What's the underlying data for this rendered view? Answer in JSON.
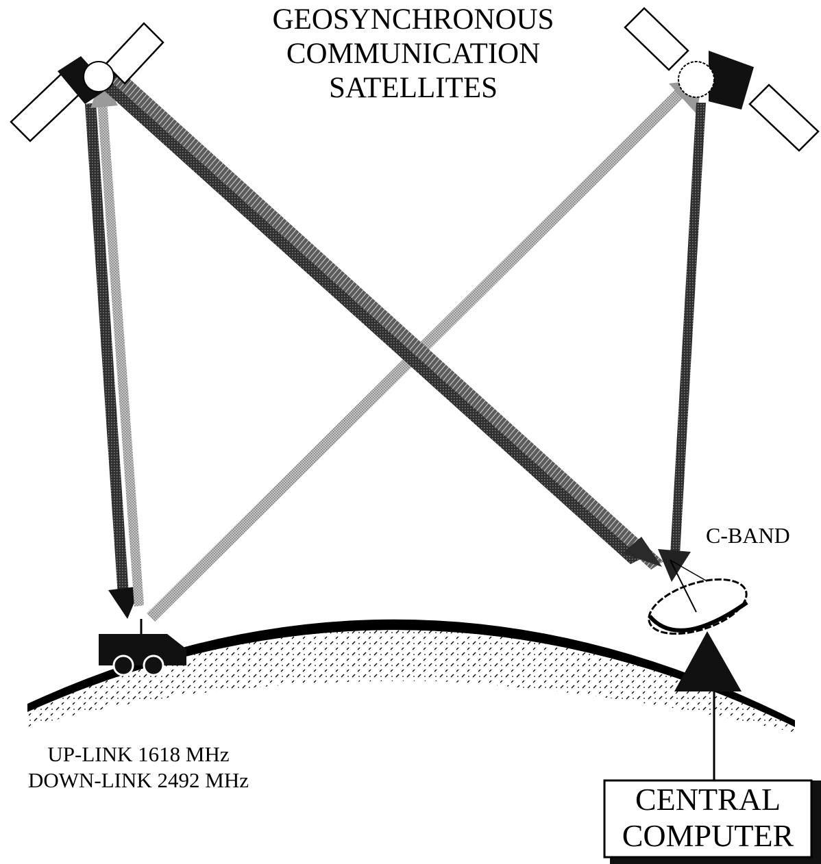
{
  "title": {
    "lines": [
      "GEOSYNCHRONOUS",
      "COMMUNICATION",
      "SATELLITES"
    ]
  },
  "labels": {
    "c_band": "C-BAND",
    "uplink": "UP-LINK 1618 MHz",
    "downlink": "DOWN-LINK 2492 MHz"
  },
  "central_computer": {
    "lines": [
      "CENTRAL",
      "COMPUTER"
    ]
  },
  "colors": {
    "ink": "#000000",
    "dark_beam": "#3a3a3a",
    "light_beam": "#b4b4b4",
    "hatched_beam": "#8a8a8a",
    "ground_dots": "#000000"
  }
}
